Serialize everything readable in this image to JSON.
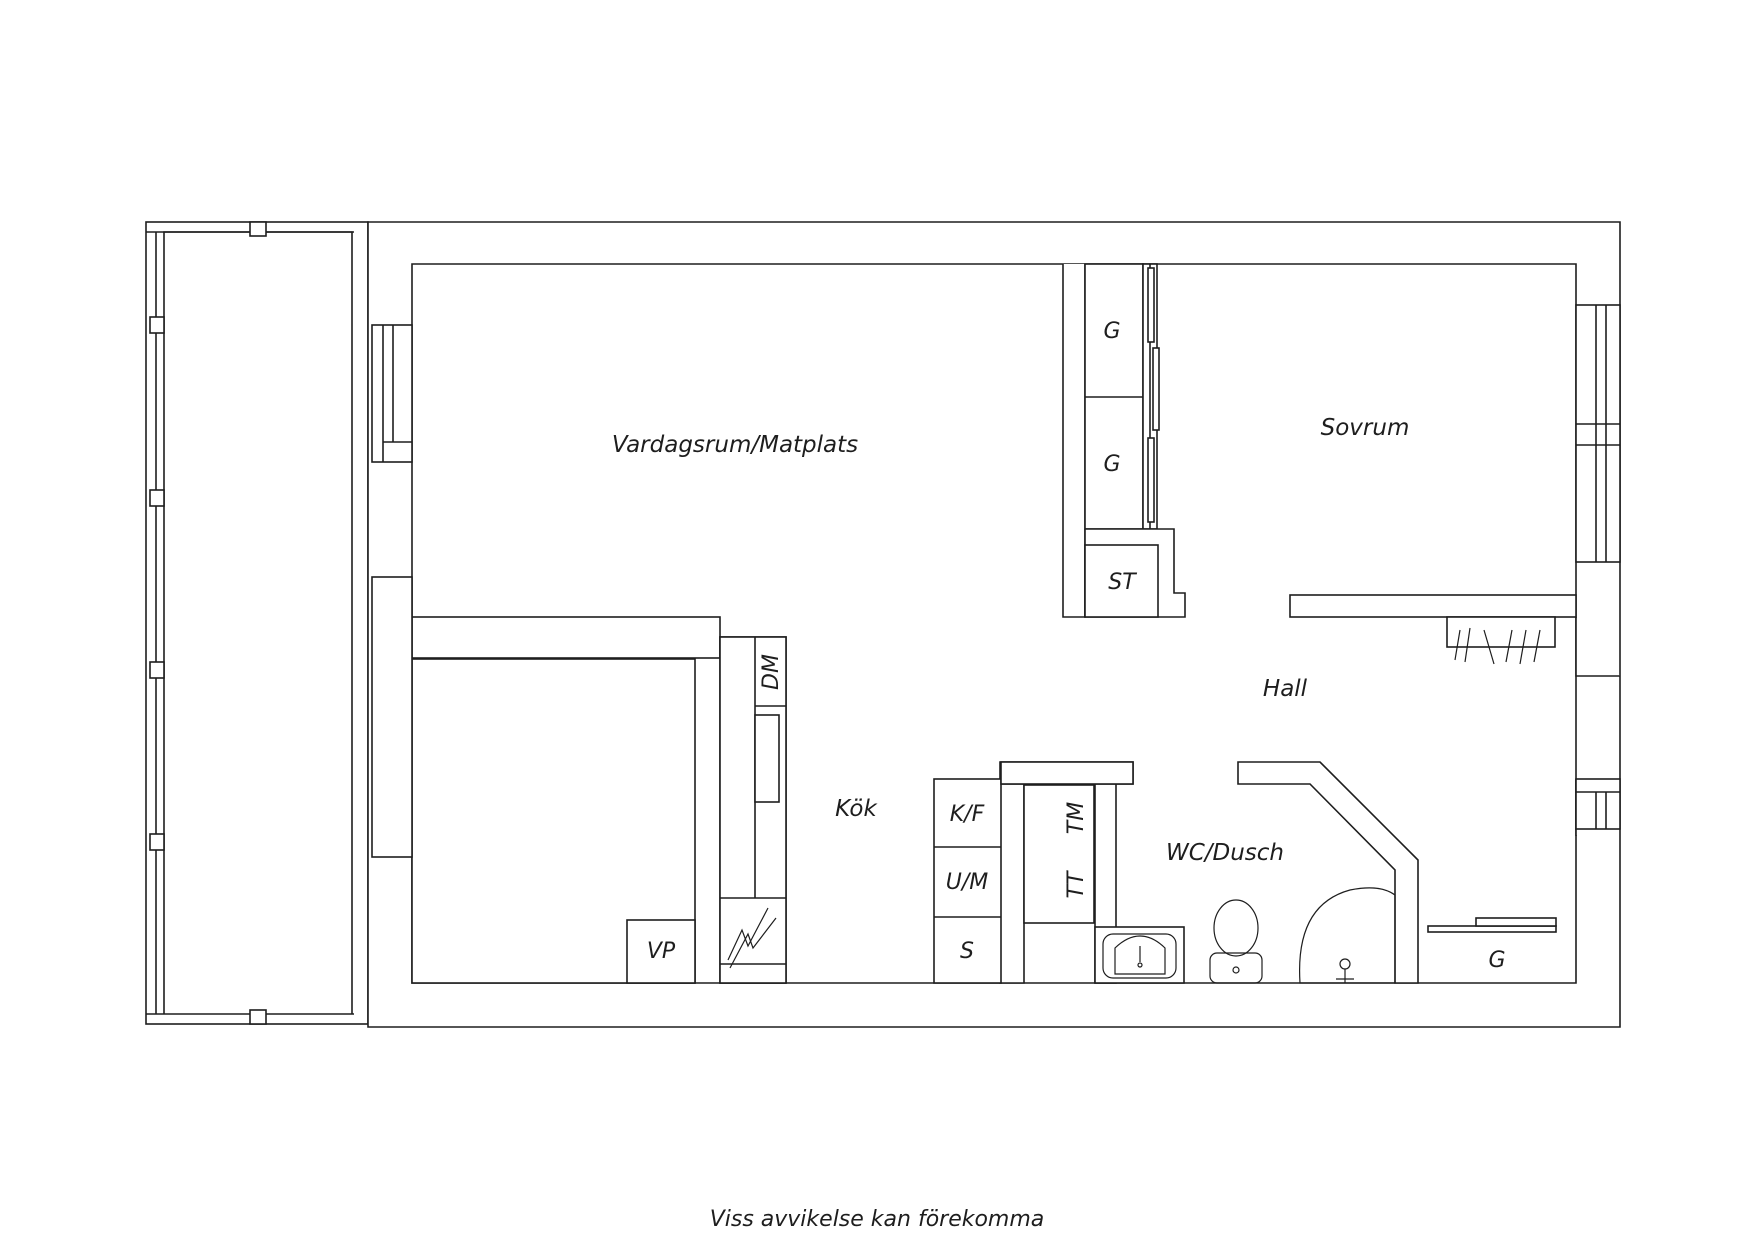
{
  "plan": {
    "rooms": {
      "living": "Vardagsrum/Matplats",
      "bedroom": "Sovrum",
      "hall": "Hall",
      "kitchen": "Kök",
      "bathroom": "WC/Dusch"
    },
    "fixtures": {
      "wardrobe_top": "G",
      "wardrobe_mid": "G",
      "storage": "ST",
      "dishwasher": "DM",
      "fridge_freezer": "K/F",
      "oven_microwave": "U/M",
      "stove": "S",
      "washing_machine": "TM",
      "dryer": "TT",
      "water_heater": "VP",
      "hall_wardrobe": "G"
    },
    "footer_note": "Viss avvikelse kan förekomma"
  }
}
